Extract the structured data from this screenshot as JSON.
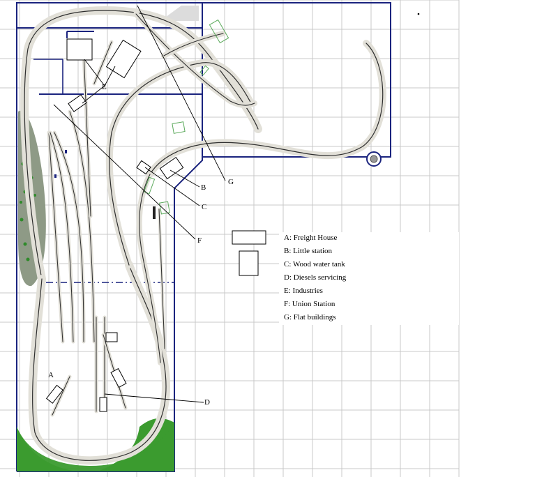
{
  "labels": {
    "a": "A",
    "b": "B",
    "c": "C",
    "d": "D",
    "e": "E",
    "f": "F",
    "g": "G"
  },
  "legend": [
    {
      "text": "A: Freight House"
    },
    {
      "text": "B: Little station"
    },
    {
      "text": "C: Wood water tank"
    },
    {
      "text": "D: Diesels servicing"
    },
    {
      "text": "E: Industries"
    },
    {
      "text": "F: Union Station"
    },
    {
      "text": "G: Flat buildings"
    }
  ],
  "colors": {
    "grid": "#c8c8c8",
    "benchwork": "#1a237e",
    "roadbed": "#e2e0d8",
    "track": "#2e2e2e",
    "grass": "#3b9b2f",
    "trees": "#8a9a7a"
  }
}
